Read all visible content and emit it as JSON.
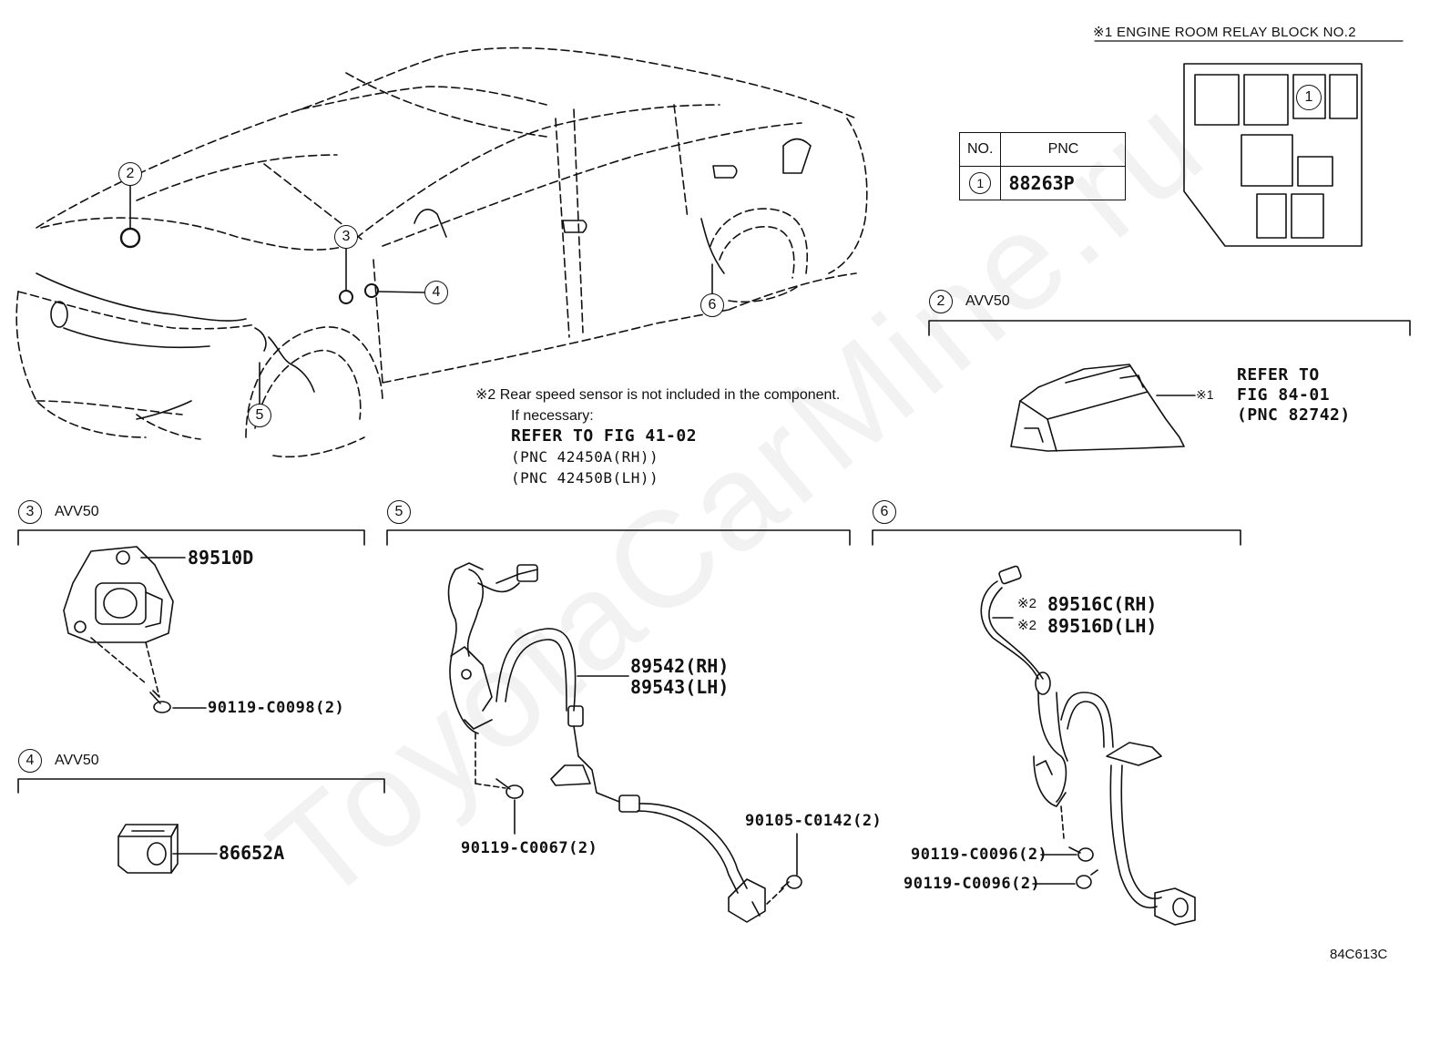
{
  "relay_block": {
    "title": "※1  ENGINE ROOM RELAY BLOCK NO.2",
    "slot_label": "1"
  },
  "pnc_table": {
    "headers": [
      "NO.",
      "PNC"
    ],
    "rows": [
      {
        "no": "1",
        "pnc": "88263P"
      }
    ]
  },
  "car_callouts": [
    "2",
    "3",
    "4",
    "5",
    "6"
  ],
  "section_2": {
    "number": "2",
    "model": "AVV50",
    "ref": "REFER TO\nFIG 84-01\n(PNC 82742)",
    "ref_line1": "REFER TO",
    "ref_line2": "FIG 84-01",
    "ref_line3": "(PNC 82742)",
    "marker": "※1"
  },
  "note": {
    "line1": "※2 Rear speed sensor is not included in the component.",
    "line2": "If necessary:",
    "line3": "REFER TO FIG 41-02",
    "line4": "(PNC 42450A(RH))",
    "line5": "(PNC 42450B(LH))"
  },
  "section_3": {
    "number": "3",
    "model": "AVV50",
    "part1": "89510D",
    "part2": "90119-C0098(2)"
  },
  "section_4": {
    "number": "4",
    "model": "AVV50",
    "part1": "86652A"
  },
  "section_5": {
    "number": "5",
    "part1": "89542(RH)",
    "part2": "89543(LH)",
    "part3": "90119-C0067(2)",
    "part4": "90105-C0142(2)"
  },
  "section_6": {
    "number": "6",
    "marker1": "※2",
    "part1": "89516C(RH)",
    "marker2": "※2",
    "part2": "89516D(LH)",
    "part3": "90119-C0096(2)",
    "part4": "90119-C0096(2)"
  },
  "figure_code": "84C613C",
  "watermark": "ToyotaCarMine.ru"
}
